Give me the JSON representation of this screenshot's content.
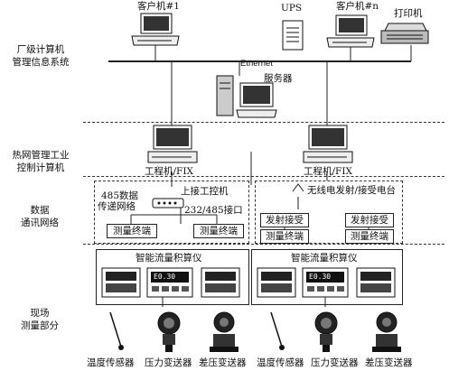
{
  "levels": {
    "plant": [
      "厂级计算机",
      "管理信息系统"
    ],
    "heatnet": [
      "热网管理工业",
      "控制计算机"
    ],
    "datanet": [
      "数据",
      "通讯网络"
    ],
    "field": [
      "现场",
      "测量部分"
    ]
  },
  "top": {
    "client1": "客户机#1",
    "clientn": "客户机#n",
    "ups": "UPS",
    "printer": "打印机",
    "ethernet": "Ethernet",
    "server": "服务器"
  },
  "mid": {
    "eng_left": "工程机/FIX",
    "eng_right": "工程机/FIX"
  },
  "net": {
    "hub_label_1": "485数据",
    "hub_label_2": "传递网络",
    "upper": "上接工控机",
    "port": "232/485接口",
    "term1": "测量终端",
    "term2": "测量终端",
    "radio": "无线电发射/接受电台",
    "tx1": "发射接受",
    "tx2": "发射接受",
    "mt1": "测量终端",
    "mt2": "测量终端"
  },
  "flow": {
    "title_left": "智能流量积算仪",
    "title_right": "智能流量积算仪",
    "display": "E0.30"
  },
  "sensors": {
    "temp_left": "温度传感器",
    "press_left": "压力变送器",
    "diff_left": "差压变送器",
    "temp_right": "温度传感器",
    "press_right": "压力变送器",
    "diff_right": "差压变送器"
  }
}
